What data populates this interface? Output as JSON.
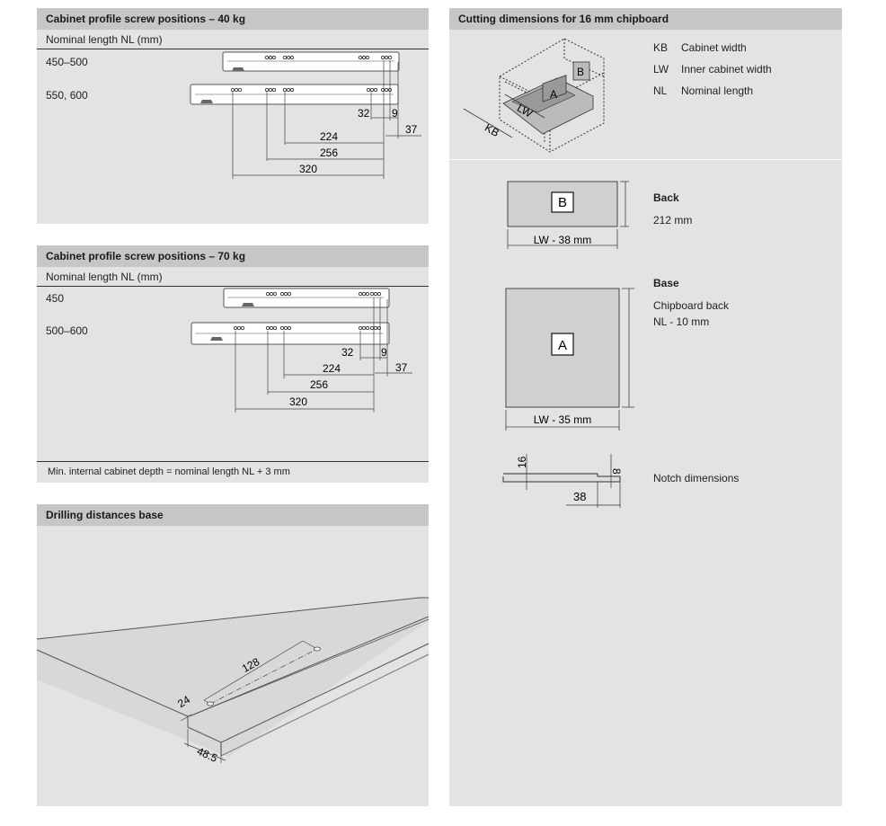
{
  "panel40": {
    "title": "Cabinet profile screw positions – 40 kg",
    "subtitle": "Nominal length NL (mm)",
    "rows": [
      "450–500",
      "550, 600"
    ],
    "dims": {
      "d32": "32",
      "d9": "9",
      "d37": "37",
      "d224": "224",
      "d256": "256",
      "d320": "320"
    }
  },
  "panel70": {
    "title": "Cabinet profile screw positions – 70 kg",
    "subtitle": "Nominal length NL (mm)",
    "rows": [
      "450",
      "500–600"
    ],
    "dims": {
      "d32": "32",
      "d9": "9",
      "d37": "37",
      "d224": "224",
      "d256": "256",
      "d320": "320"
    },
    "note": "Min. internal cabinet depth = nominal length NL + 3 mm"
  },
  "drilling": {
    "title": "Drilling distances base",
    "dims": {
      "d128": "128",
      "d24": "24",
      "d485": "48.5"
    }
  },
  "cutting": {
    "title": "Cutting dimensions for 16 mm chipboard",
    "legend": [
      {
        "code": "KB",
        "text": "Cabinet width"
      },
      {
        "code": "LW",
        "text": "Inner cabinet width"
      },
      {
        "code": "NL",
        "text": "Nominal length"
      }
    ],
    "iso_labels": {
      "b": "B",
      "a": "A",
      "lw": "LW",
      "kb": "KB"
    },
    "back": {
      "letter": "B",
      "dim": "LW - 38 mm",
      "title": "Back",
      "value": "212 mm"
    },
    "base": {
      "letter": "A",
      "dim": "LW - 35 mm",
      "title": "Base",
      "line1": "Chipboard back",
      "line2": "NL - 10 mm"
    },
    "notch": {
      "d16": "16",
      "d8": "8",
      "d38": "38",
      "label": "Notch dimensions"
    }
  }
}
